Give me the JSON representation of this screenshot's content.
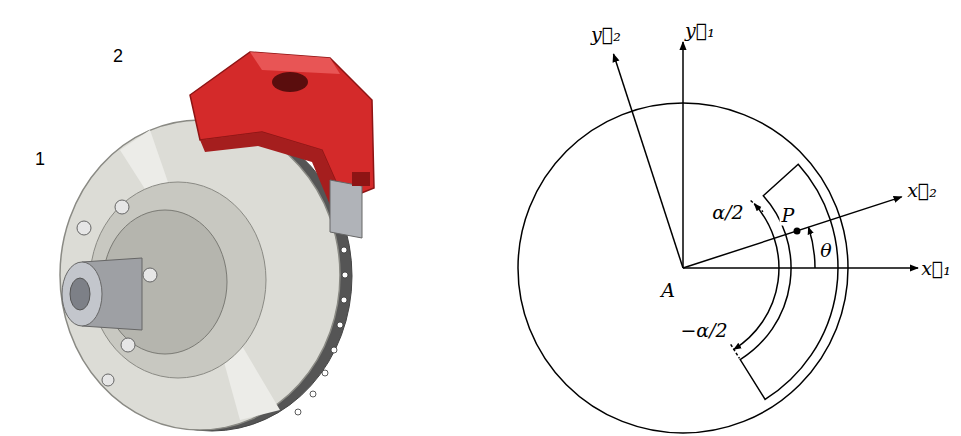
{
  "diagram": {
    "labels": [
      "1",
      "2",
      "y⃗₂",
      "y⃗₁",
      "x⃗₂",
      "x⃗₁",
      "α/2",
      "P",
      "θ",
      "A",
      "−α/2"
    ]
  }
}
